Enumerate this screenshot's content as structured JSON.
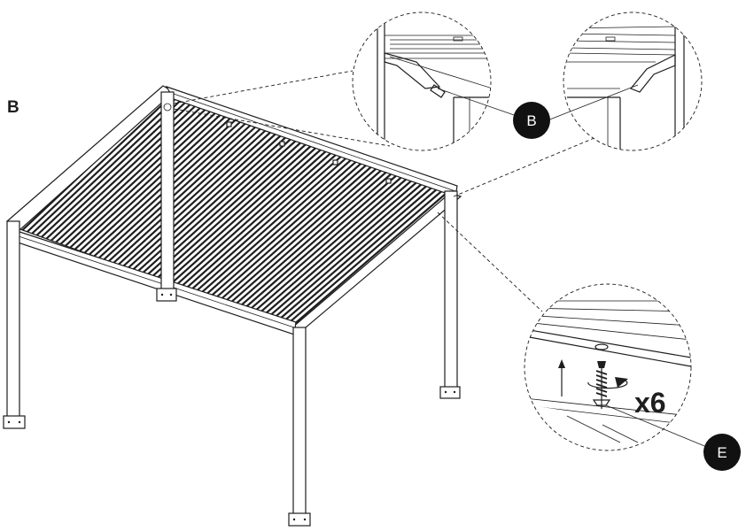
{
  "step_label": "B",
  "callouts": {
    "upper": {
      "label": "B"
    },
    "lower": {
      "label": "E"
    }
  },
  "screw": {
    "quantity_label": "x6"
  },
  "colors": {
    "ink": "#1e1e1e",
    "paper": "#ffffff",
    "badge_fill": "#111111"
  }
}
